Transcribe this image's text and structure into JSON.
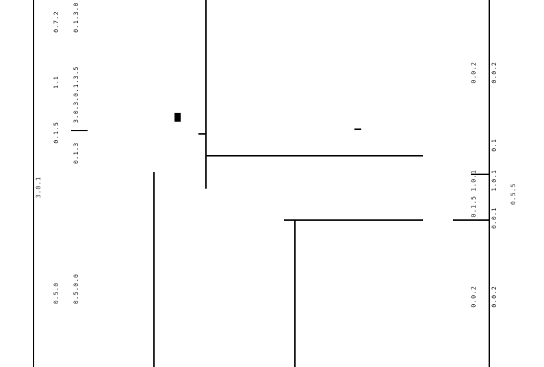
{
  "left_labels": {
    "col1": [
      "0.7.2",
      "1.1",
      "0.1.5",
      "0.5.0"
    ],
    "col2": [
      "0.1.3.0",
      "3.0.3.0.1.3.5",
      "0.1.3",
      "0.5.0.0"
    ],
    "side": "3.0.1"
  },
  "right_labels": {
    "col1": [
      "0.0.2",
      "1.0.1",
      "0.1.5",
      "0.0.2"
    ],
    "col2": [
      "0.0.2",
      "0.1",
      "1.0.1",
      "0.0.1",
      "0.0.2"
    ],
    "side": "0.5.5"
  }
}
